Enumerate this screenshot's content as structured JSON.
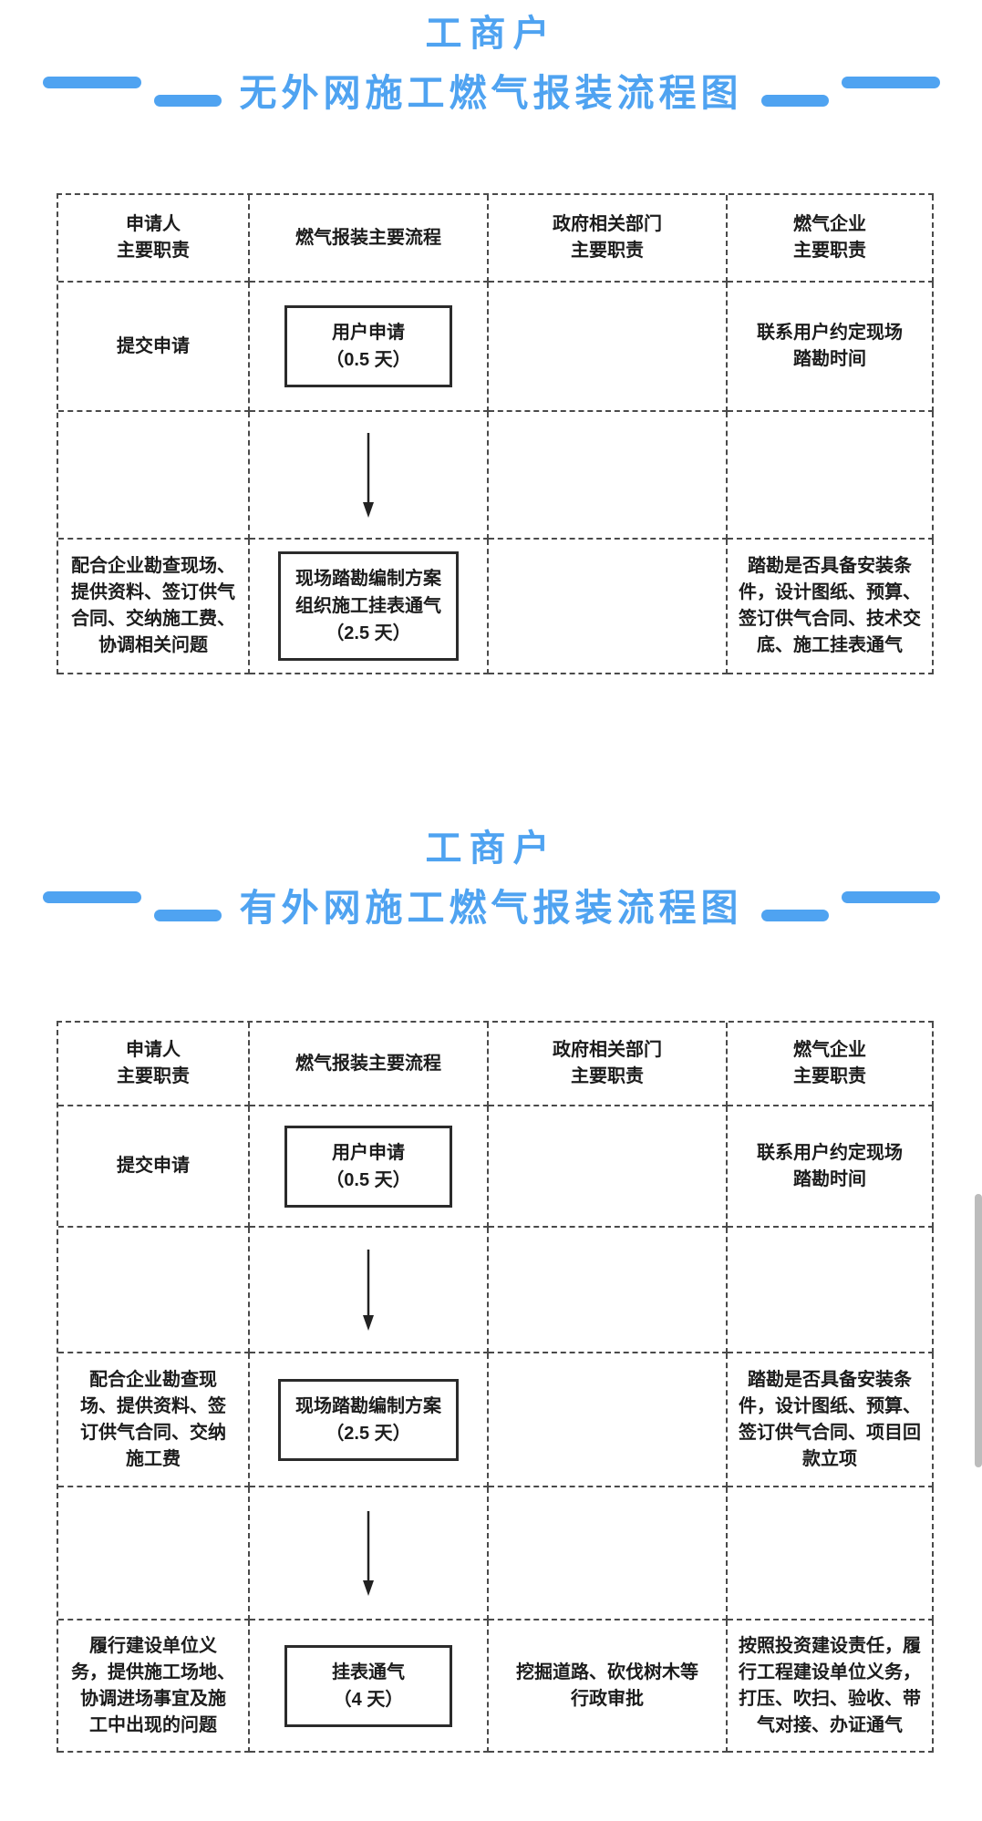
{
  "colors": {
    "accent": "#4FA3F1",
    "table_border": "#4A4A4A",
    "box_border": "#2B2B2B",
    "text": "#1C1C1C",
    "scrollbar": "#BCBCBC"
  },
  "sections": [
    {
      "title": "工商户",
      "subtitle": "无外网施工燃气报装流程图",
      "headers": [
        "申请人\n主要职责",
        "燃气报装主要流程",
        "政府相关部门\n主要职责",
        "燃气企业\n主要职责"
      ],
      "cells": {
        "applicant_submit": "提交申请",
        "step1": "用户申请\n（0.5 天）",
        "company_contact": "联系用户约定现场\n踏勘时间",
        "applicant_cooperate": "配合企业勘查现场、\n提供资料、签订供气\n合同、交纳施工费、\n协调相关问题",
        "step2": "现场踏勘编制方案\n组织施工挂表通气\n（2.5 天）",
        "company_survey": "踏勘是否具备安装条\n件，设计图纸、预算、\n签订供气合同、技术交\n底、施工挂表通气"
      }
    },
    {
      "title": "工商户",
      "subtitle": "有外网施工燃气报装流程图",
      "headers": [
        "申请人\n主要职责",
        "燃气报装主要流程",
        "政府相关部门\n主要职责",
        "燃气企业\n主要职责"
      ],
      "cells": {
        "applicant_submit": "提交申请",
        "step1": "用户申请\n（0.5 天）",
        "company_contact": "联系用户约定现场\n踏勘时间",
        "applicant_cooperate": "配合企业勘查现\n场、提供资料、签\n订供气合同、交纳\n施工费",
        "step2": "现场踏勘编制方案\n（2.5 天）",
        "company_survey": "踏勘是否具备安装条\n件，设计图纸、预算、\n签订供气合同、项目回\n款立项",
        "applicant_duty": "履行建设单位义\n务，提供施工场地、\n协调进场事宜及施\n工中出现的问题",
        "step3": "挂表通气\n（4 天）",
        "gov_approval": "挖掘道路、砍伐树木等\n行政审批",
        "company_final": "按照投资建设责任，履\n行工程建设单位义务，\n打压、吹扫、验收、带\n气对接、办证通气"
      }
    }
  ]
}
